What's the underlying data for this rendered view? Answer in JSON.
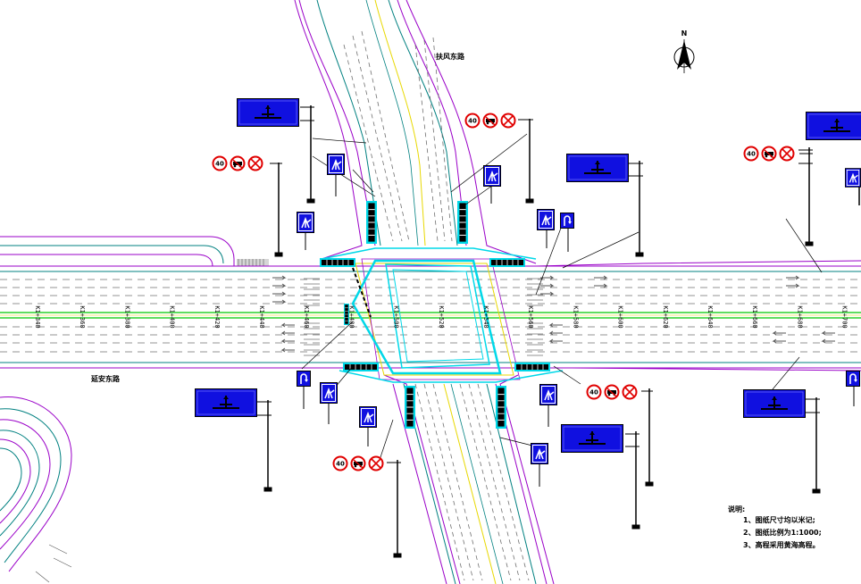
{
  "roads": {
    "north_road_name": "扶风东路",
    "west_road_name": "延安东路"
  },
  "north_arrow": {
    "label": "N"
  },
  "stations": [
    "K1+340",
    "K1+360",
    "K1+380",
    "K1+400",
    "K1+420",
    "K1+440",
    "K1+460",
    "K1+480",
    "K1+500",
    "K1+520",
    "K1+540",
    "K1+560",
    "K1+580",
    "K1+600",
    "K1+620",
    "K1+640",
    "K1+660",
    "K1+680",
    "K1+700"
  ],
  "speed_limit": {
    "value": "40"
  },
  "notes": {
    "title": "说明:",
    "items": [
      "1、图纸尺寸均以米记;",
      "2、图纸比例为1:1000;",
      "3、高程采用黄海高程。"
    ]
  },
  "colors": {
    "road_edge": "#9a00c8",
    "median_green": "#00c800",
    "island_cyan": "#00d8e8",
    "sign_blue": "#1010e0",
    "sign_red": "#e00000",
    "lane_gray": "#707070",
    "yellow_line": "#e8d800",
    "teal_line": "#008080"
  }
}
